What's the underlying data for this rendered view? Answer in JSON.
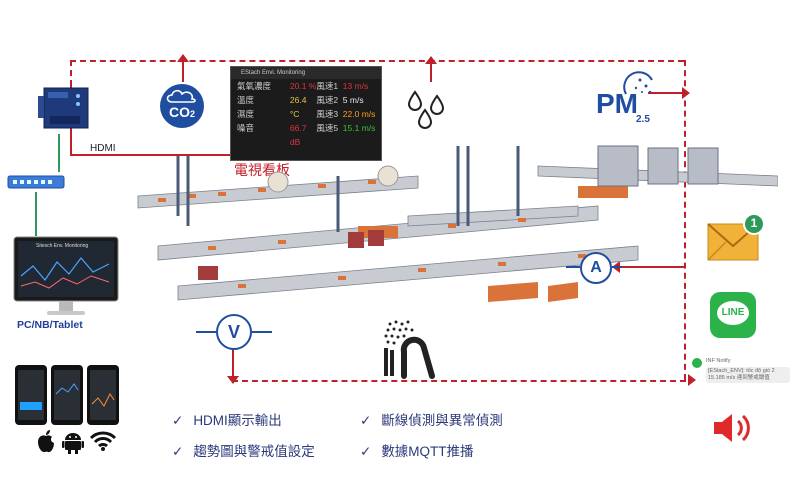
{
  "monitor": {
    "window_title": "EStach Envi. Monitoring",
    "rows": [
      {
        "label": "氣氧濃度",
        "value": "20.1 %",
        "value_color": "#e0333a",
        "wind_label": "風速1",
        "wind_value": "13 m/s",
        "wind_color": "#e0333a"
      },
      {
        "label": "溫度",
        "value": "26.4 °C",
        "value_color": "#e6c43a",
        "wind_label": "風速2",
        "wind_value": "5 m/s",
        "wind_color": "#e8e8e8"
      },
      {
        "label": "濕度",
        "value": "",
        "value_color": "#4a6ae0",
        "wind_label": "風速3",
        "wind_value": "22.0 m/s",
        "wind_color": "#ff9d1a"
      },
      {
        "label": "噪音",
        "value": "66.7 dB",
        "value_color": "#e0333a",
        "wind_label": "風速5",
        "wind_value": "15.1 m/s",
        "wind_color": "#38c238"
      }
    ]
  },
  "labels": {
    "hdmi": "HDMI",
    "tv_board": "電視看板",
    "pc_nb_tablet": "PC/NB/Tablet",
    "co2": "CO",
    "co2_sub": "2",
    "pm": "PM",
    "pm_sub": "2.5",
    "ammeter": "A",
    "voltmeter": "V",
    "line": "LINE",
    "mail_badge": "1",
    "desktop_chart_title": "Sitesch Env. Monitoring"
  },
  "notification": {
    "app": "INF Notify",
    "text": "[EStach_ENV]: tốc độ gió 2 15.185 m/s 達到警戒閾值"
  },
  "features": [
    {
      "text": "HDMI顯示輸出"
    },
    {
      "text": "斷線偵測與異常偵測"
    },
    {
      "text": "趨勢圖與警戒值設定"
    },
    {
      "text": "數據MQTT推播"
    }
  ],
  "colors": {
    "accent_red": "#c0202a",
    "icon_blue": "#1f4ea0",
    "line_green": "#2bb34a",
    "mail_yellow": "#f2b23a",
    "badge_green": "#2e9a5a",
    "text_blue": "#2c3a7a"
  },
  "icons": {
    "mail": "envelope-icon",
    "line": "line-app-icon",
    "speaker": "speaker-alarm-icon",
    "droplets": "water-drops-icon",
    "shower": "shower-person-icon",
    "gateway": "iot-gateway-icon",
    "switch": "network-switch-icon",
    "apple": "apple-icon",
    "android": "android-icon",
    "wifi": "wifi-icon"
  }
}
